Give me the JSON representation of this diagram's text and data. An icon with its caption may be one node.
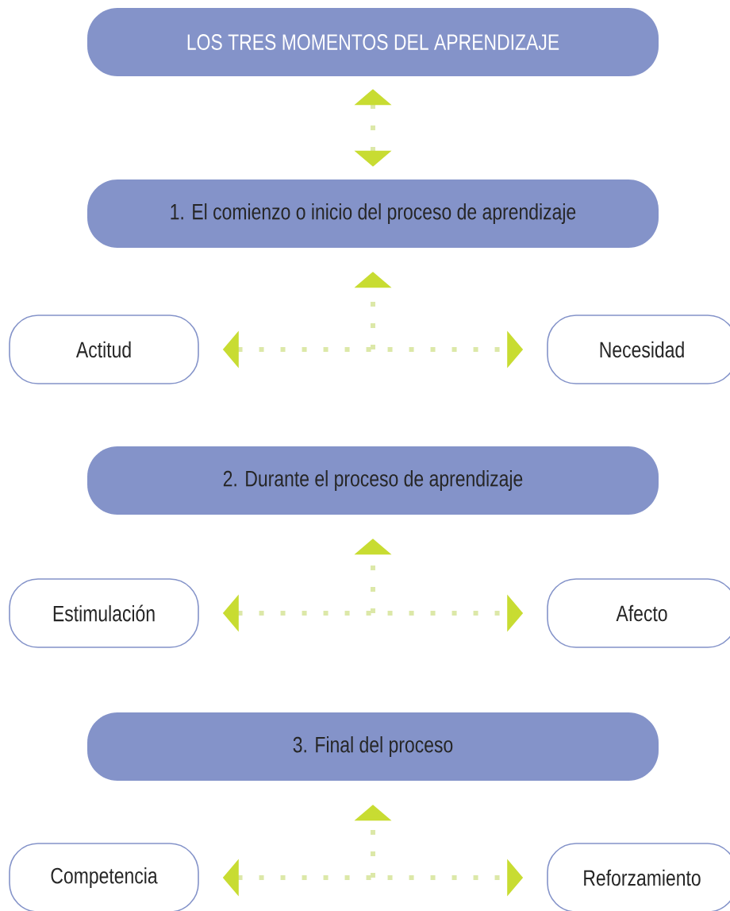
{
  "diagram": {
    "nodes": [
      {
        "text": [
          "LOS TRES MOMENTOS DEL APRENDIZAJE"
        ]
      },
      {
        "text": [
          "1. El comienzo o inicio del proceso de aprendizaje"
        ]
      },
      {
        "text": [
          "Actitud"
        ]
      },
      {
        "text": [
          "Necesidad"
        ]
      },
      {
        "text": [
          "2. Durante el proceso de aprendizaje"
        ]
      },
      {
        "text": [
          "Estimulación"
        ]
      },
      {
        "text": [
          "Afecto"
        ]
      },
      {
        "text": [
          "3. Final del proceso"
        ]
      },
      {
        "text": [
          "Competencia"
        ]
      },
      {
        "text": [
          "Reforzamiento"
        ]
      }
    ],
    "edges": [
      {
        "from": 0,
        "to": 1,
        "arrow": "both"
      },
      {
        "from": 2,
        "to": 1,
        "arrow": "both"
      },
      {
        "from": 3,
        "to": 1,
        "arrow": "both"
      },
      {
        "from": 5,
        "to": 4,
        "arrow": "both"
      },
      {
        "from": 6,
        "to": 4,
        "arrow": "both"
      },
      {
        "from": 8,
        "to": 7,
        "arrow": "both"
      },
      {
        "from": 9,
        "to": 7,
        "arrow": "both"
      }
    ]
  }
}
